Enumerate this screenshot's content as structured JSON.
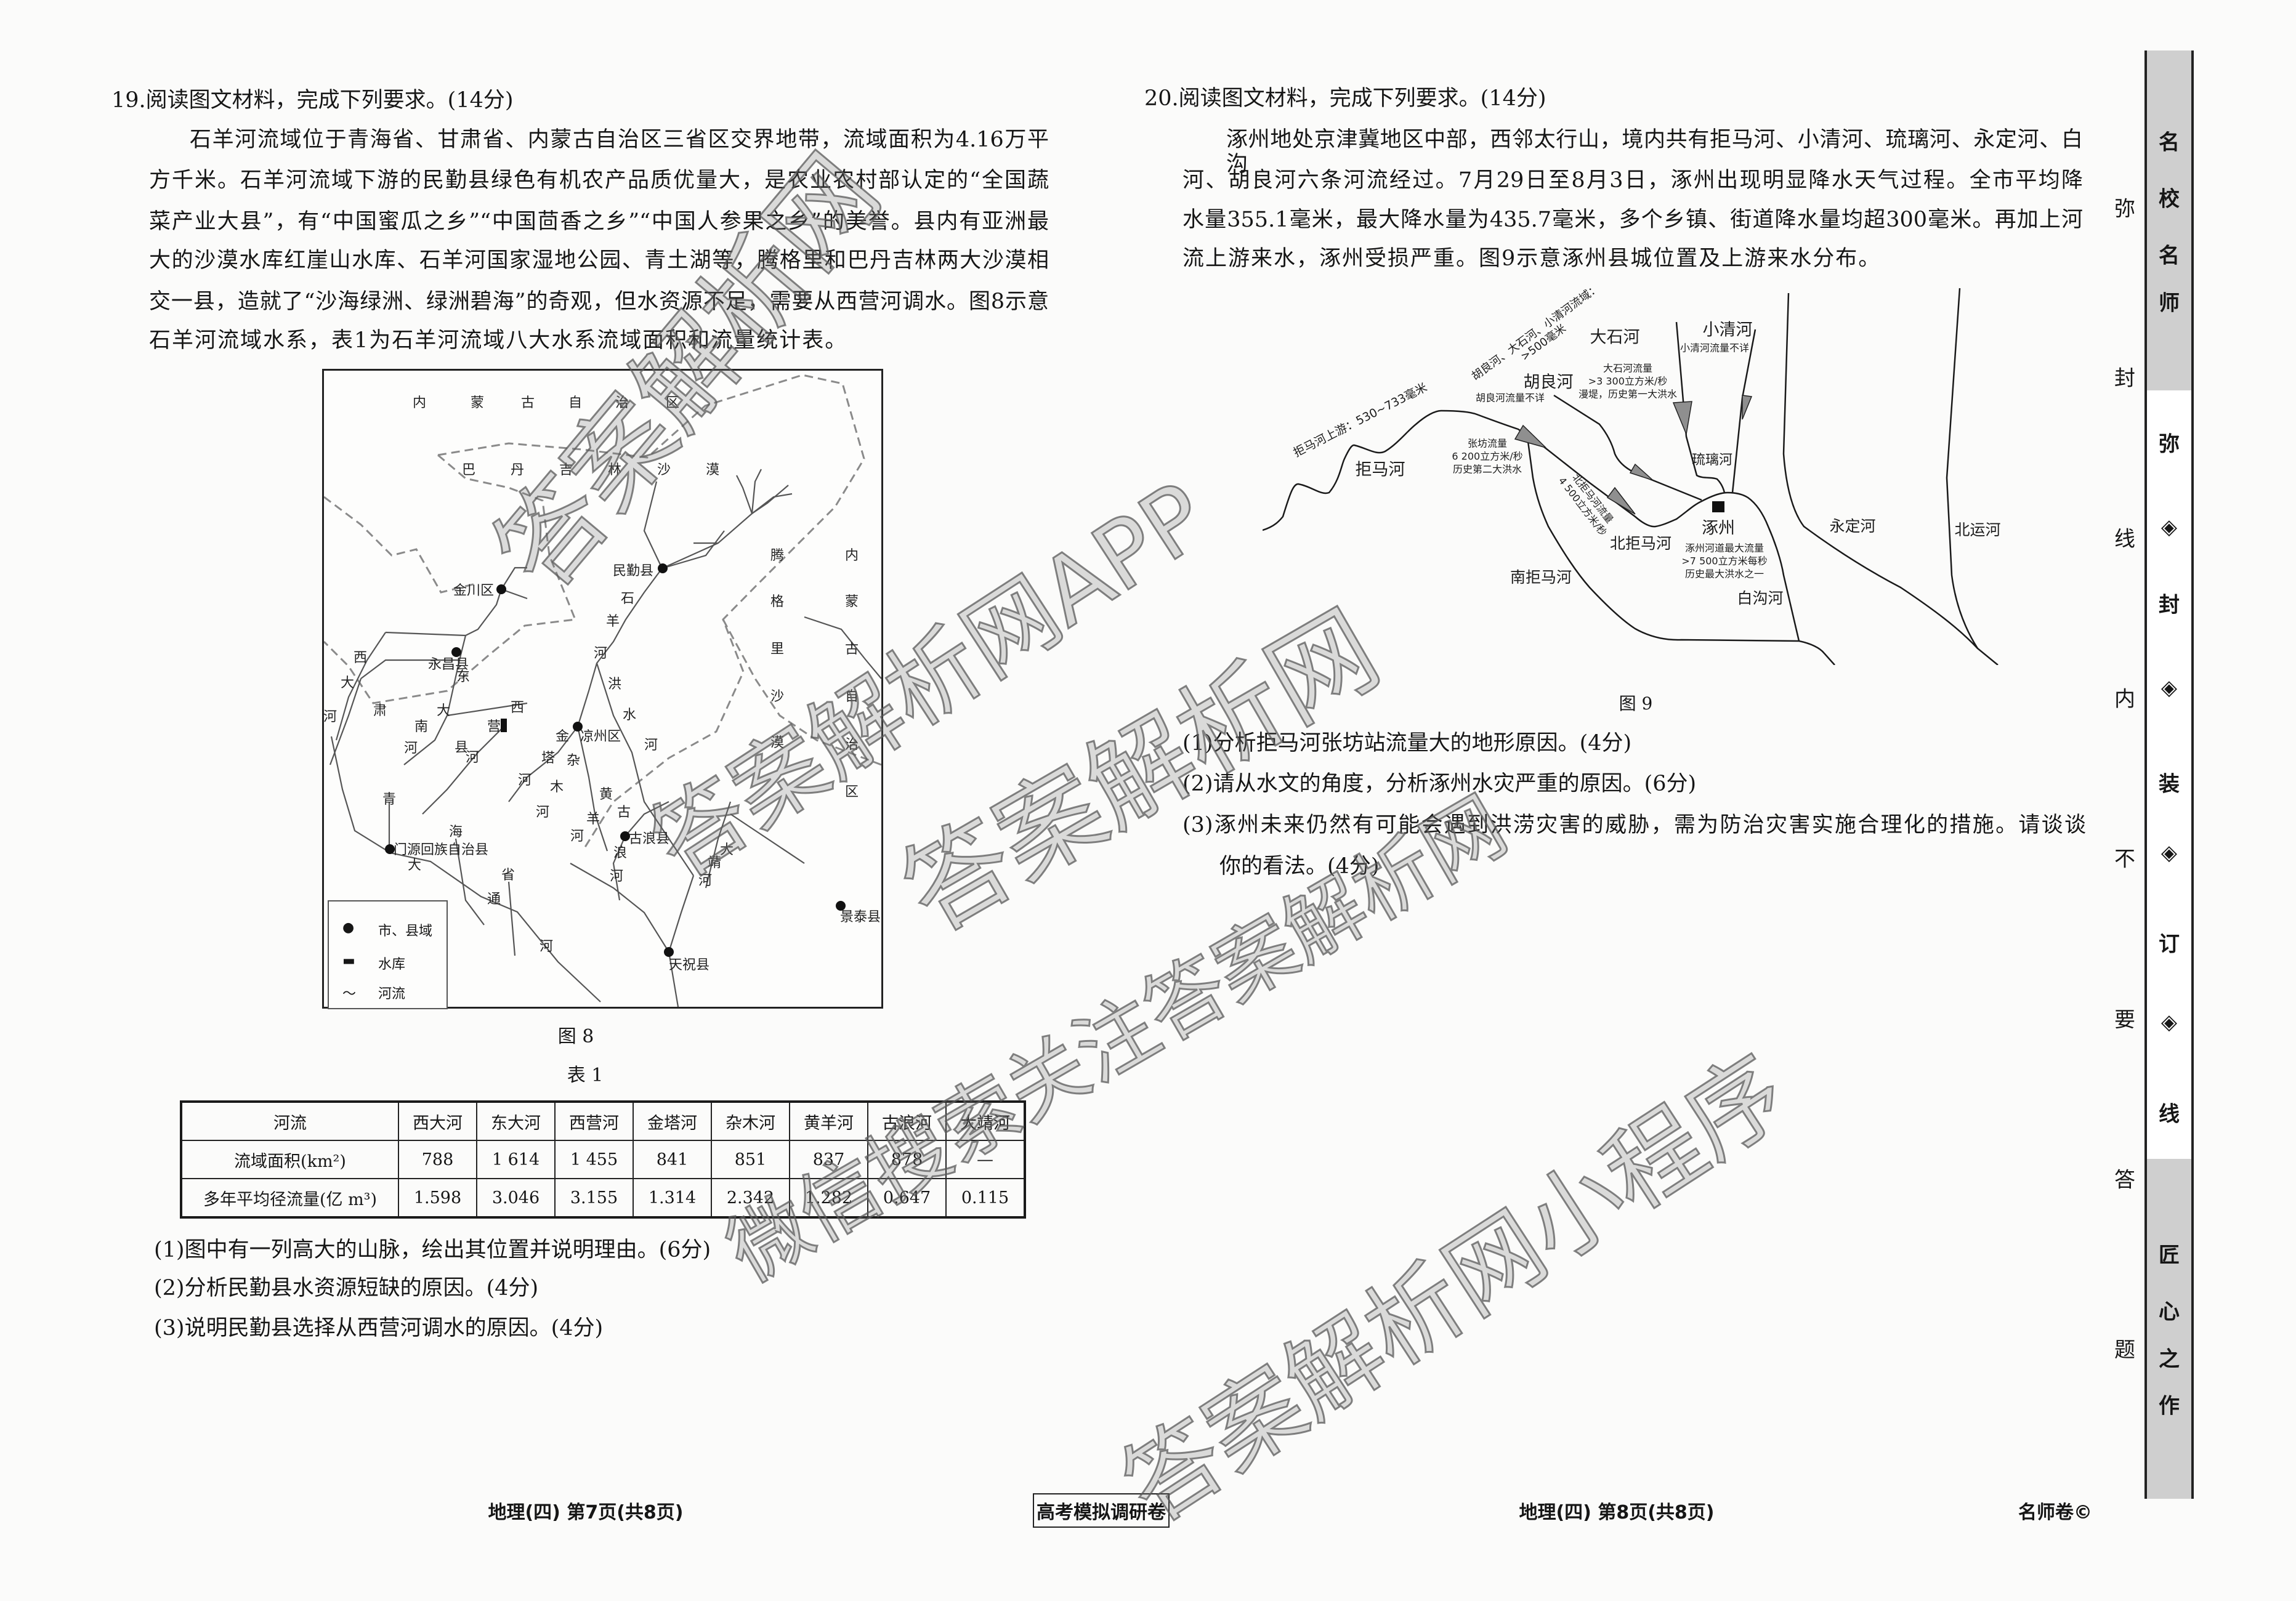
{
  "q19": {
    "title": "19.阅读图文材料，完成下列要求。(14分)",
    "paragraph": [
      "石羊河流域位于青海省、甘肃省、内蒙古自治区三省区交界地带，流域面积为4.16万平",
      "方千米。石羊河流域下游的民勤县绿色有机农产品质优量大，是农业农村部认定的“全国蔬",
      "菜产业大县”，有“中国蜜瓜之乡”“中国茴香之乡”“中国人参果之乡”的美誉。县内有亚洲最",
      "大的沙漠水库红崖山水库、石羊河国家湿地公园、青土湖等，腾格里和巴丹吉林两大沙漠相",
      "交一县，造就了“沙海绿洲、绿洲碧海”的奇观，但水资源不足，需要从西营河调水。图8示意",
      "石羊河流域水系，表1为石羊河流域八大水系流域面积和流量统计表。"
    ],
    "figure_caption": "图 8",
    "table_caption": "表 1",
    "table": {
      "header_label": "河流",
      "rivers": [
        "西大河",
        "东大河",
        "西营河",
        "金塔河",
        "杂木河",
        "黄羊河",
        "古浪河",
        "大靖河"
      ],
      "rows": [
        {
          "label": "流域面积(km²)",
          "values": [
            "788",
            "1 614",
            "1 455",
            "841",
            "851",
            "837",
            "878",
            "—"
          ]
        },
        {
          "label": "多年平均径流量(亿 m³)",
          "values": [
            "1.598",
            "3.046",
            "3.155",
            "1.314",
            "2.342",
            "1.282",
            "0.647",
            "0.115"
          ]
        }
      ]
    },
    "questions": [
      "(1)图中有一列高大的山脉，绘出其位置并说明理由。(6分)",
      "(2)分析民勤县水资源短缺的原因。(4分)",
      "(3)说明民勤县选择从西营河调水的原因。(4分)"
    ]
  },
  "fig8": {
    "labels": [
      "内",
      "蒙",
      "古",
      "自",
      "治",
      "区",
      "巴",
      "丹",
      "吉",
      "林",
      "沙",
      "漠",
      "腾",
      "格",
      "里",
      "沙",
      "漠",
      "内",
      "蒙",
      "古",
      "自",
      "治",
      "区",
      "石",
      "羊",
      "河",
      "洪",
      "水",
      "河",
      "西",
      "大",
      "河",
      "东",
      "大",
      "肃",
      "南",
      "河",
      "西",
      "营",
      "县",
      "河",
      "金",
      "塔",
      "河",
      "杂",
      "木",
      "河",
      "黄",
      "羊",
      "河",
      "古",
      "浪",
      "河",
      "青",
      "海",
      "省",
      "大",
      "通",
      "河",
      "大",
      "靖",
      "河"
    ],
    "cities": [
      "民勤县",
      "金川区",
      "永昌县",
      "凉州区",
      "古浪县",
      "门源回族自治县",
      "天祝县",
      "景泰县"
    ],
    "legend": {
      "city": "市、县域",
      "reservoir": "水库",
      "river": "河流"
    }
  },
  "q20": {
    "title": "20.阅读图文材料，完成下列要求。(14分)",
    "paragraph": [
      "涿州地处京津冀地区中部，西邻太行山，境内共有拒马河、小清河、琉璃河、永定河、白沟",
      "河、胡良河六条河流经过。7月29日至8月3日，涿州出现明显降水天气过程。全市平均降",
      "水量355.1毫米，最大降水量为435.7毫米，多个乡镇、街道降水量均超300毫米。再加上河",
      "流上游来水，涿州受损严重。图9示意涿州县城位置及上游来水分布。"
    ],
    "figure_caption": "图 9",
    "questions": [
      "(1)分析拒马河张坊站流量大的地形原因。(4分)",
      "(2)请从水文的角度，分析涿州水灾严重的原因。(6分)",
      "(3)涿州未来仍然有可能会遇到洪涝灾害的威胁，需为防治灾害实施合理化的措施。请谈谈",
      "你的看法。(4分)"
    ]
  },
  "fig9": {
    "rain_north": "胡良河、大石河、小清河流域：",
    "rain_north_value": ">500毫米",
    "rain_upstream": "拒马河上游：530~733毫米",
    "rivers": {
      "dashi": "大石河",
      "xiaoqing": "小清河",
      "huliang": "胡良河",
      "juma": "拒马河",
      "liuli": "琉璃河",
      "beijuma": "北拒马河",
      "nanjuma": "南拒马河",
      "baigou": "白沟河",
      "yongding": "永定河",
      "beiyun": "北运河"
    },
    "city": "涿州",
    "notes": {
      "xiaoqing": "小清河流量不详",
      "huliang": "胡良河流量不详",
      "dashi": [
        "大石河流量",
        ">3 300立方米/秒",
        "漫堤，历史第一大洪水"
      ],
      "zhangfang": [
        "张坊流量",
        "6 200立方米/秒",
        "历史第二大洪水"
      ],
      "beijuma": [
        "北拒马河流量",
        "4 500立方米/秒"
      ],
      "zhuozhou": [
        "涿州河道最大流量",
        ">7 500立方米每秒",
        "历史最大洪水之一"
      ]
    }
  },
  "footer": {
    "left": "地理(四)  第7页(共8页)",
    "center": "高考模拟调研卷",
    "right": "地理(四)  第8页(共8页)",
    "brand": "名师卷©"
  },
  "side_strip": {
    "outer": [
      "弥",
      "封",
      "线",
      "内",
      "不",
      "要",
      "答",
      "题"
    ],
    "top": [
      "名",
      "校",
      "名",
      "师"
    ],
    "middle": [
      "弥",
      "◈",
      "封",
      "◈",
      "装",
      "◈",
      "订",
      "◈",
      "线"
    ],
    "bottom": [
      "匠",
      "心",
      "之",
      "作"
    ]
  },
  "watermarks": [
    "答案解析网",
    "答案解析网APP",
    "答案解析网",
    "微信搜索关注答案解析网",
    "答案解析网小程序"
  ]
}
